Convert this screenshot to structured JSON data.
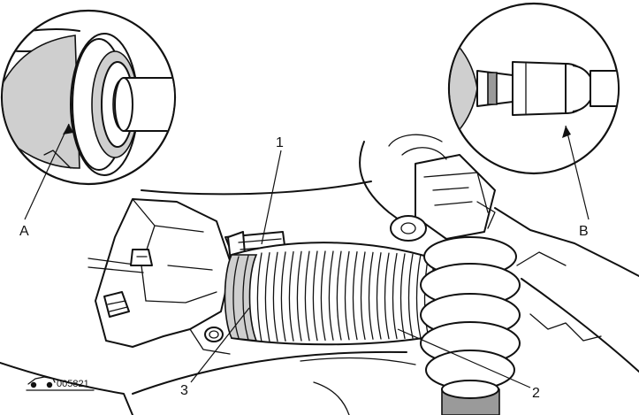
{
  "figure": {
    "callouts": [
      {
        "id": "A",
        "text": "A"
      },
      {
        "id": "B",
        "text": "B"
      },
      {
        "id": "1",
        "text": "1"
      },
      {
        "id": "2",
        "text": "2"
      },
      {
        "id": "3",
        "text": "3"
      }
    ],
    "figure_code": "005821",
    "colors": {
      "line": "#111111",
      "background": "#ffffff",
      "shade": "#cfcfcf",
      "shade_dark": "#9a9a9a"
    }
  }
}
